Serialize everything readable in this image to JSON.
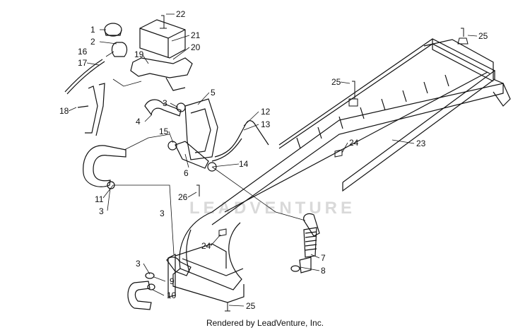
{
  "diagram": {
    "watermark": "LEADVENTURE",
    "credit": "Rendered by LeadVenture, Inc.",
    "callouts": [
      "1",
      "2",
      "3",
      "3",
      "3",
      "3",
      "4",
      "5",
      "6",
      "7",
      "8",
      "9",
      "10",
      "11",
      "12",
      "13",
      "14",
      "15",
      "16",
      "17",
      "18",
      "19",
      "20",
      "21",
      "22",
      "23",
      "24",
      "24",
      "25",
      "25",
      "25",
      "26"
    ]
  }
}
